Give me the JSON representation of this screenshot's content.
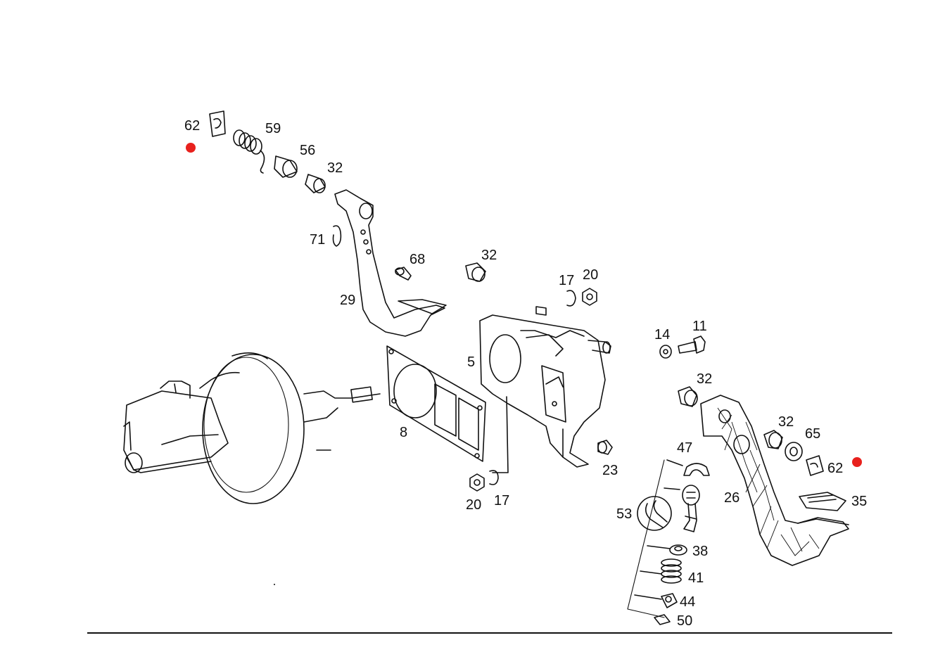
{
  "colors": {
    "line": "#111111",
    "marker": "#e8211d",
    "background": "#ffffff"
  },
  "labels": {
    "l62a": "62",
    "l59": "59",
    "l56": "56",
    "l32a": "32",
    "l71": "71",
    "l68": "68",
    "l32b": "32",
    "l29": "29",
    "l17a": "17",
    "l20a": "20",
    "l14": "14",
    "l11": "11",
    "l5": "5",
    "l8": "8",
    "l32c": "32",
    "l32d": "32",
    "l65": "65",
    "l62b": "62",
    "l47": "47",
    "l23": "23",
    "l20b": "20",
    "l17b": "17",
    "l53": "53",
    "l26": "26",
    "l35": "35",
    "l38": "38",
    "l41": "41",
    "l44": "44",
    "l50": "50"
  },
  "icons": {
    "tool": "wrench-icon",
    "marker": "red-dot-marker"
  }
}
